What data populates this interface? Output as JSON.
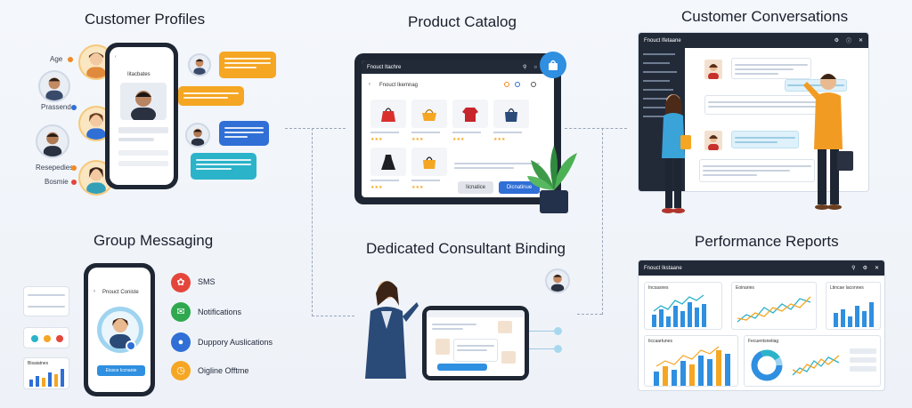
{
  "sections": {
    "customer_profiles": "Customer Profiles",
    "product_catalog": "Product Catalog",
    "customer_conversations": "Customer Conversations",
    "group_messaging": "Group Messaging",
    "consultant_binding": "Dedicated Consultant Binding",
    "performance_reports": "Performance Reports"
  },
  "profiles": {
    "labels": [
      "Age",
      "Prassend",
      "Resepedies",
      "Bosmie"
    ],
    "phone_title": "Iitacbates"
  },
  "catalog": {
    "window_title": "Fnouct Itachre",
    "header": "Fnouct Ikemnag",
    "button_secondary": "Iicnatice",
    "button_primary": "Dicnatinue"
  },
  "conversations": {
    "window_title": "Fnouct Ifetaane"
  },
  "group": {
    "phone_title": "Pnouct Coniste",
    "phone_button": "Eissce Iccnanie",
    "services": [
      {
        "icon": "sms-icon",
        "label": "SMS",
        "color": "#e4463b"
      },
      {
        "icon": "mail-icon",
        "label": "Notifications",
        "color": "#2fa84f"
      },
      {
        "icon": "app-icon",
        "label": "Duppory Auslications",
        "color": "#2f6fd6"
      },
      {
        "icon": "time-icon",
        "label": "Oigline Offtme",
        "color": "#f5a623"
      }
    ],
    "widget_label": "Bisaiatnes"
  },
  "reports": {
    "window_title": "Fnouct Ikstaane",
    "card_titles": [
      "Incsasnes",
      "Eoinaries",
      "Ltincae Iaconnes",
      "Iiccaartunes",
      "Fecuentsnetiag"
    ]
  }
}
